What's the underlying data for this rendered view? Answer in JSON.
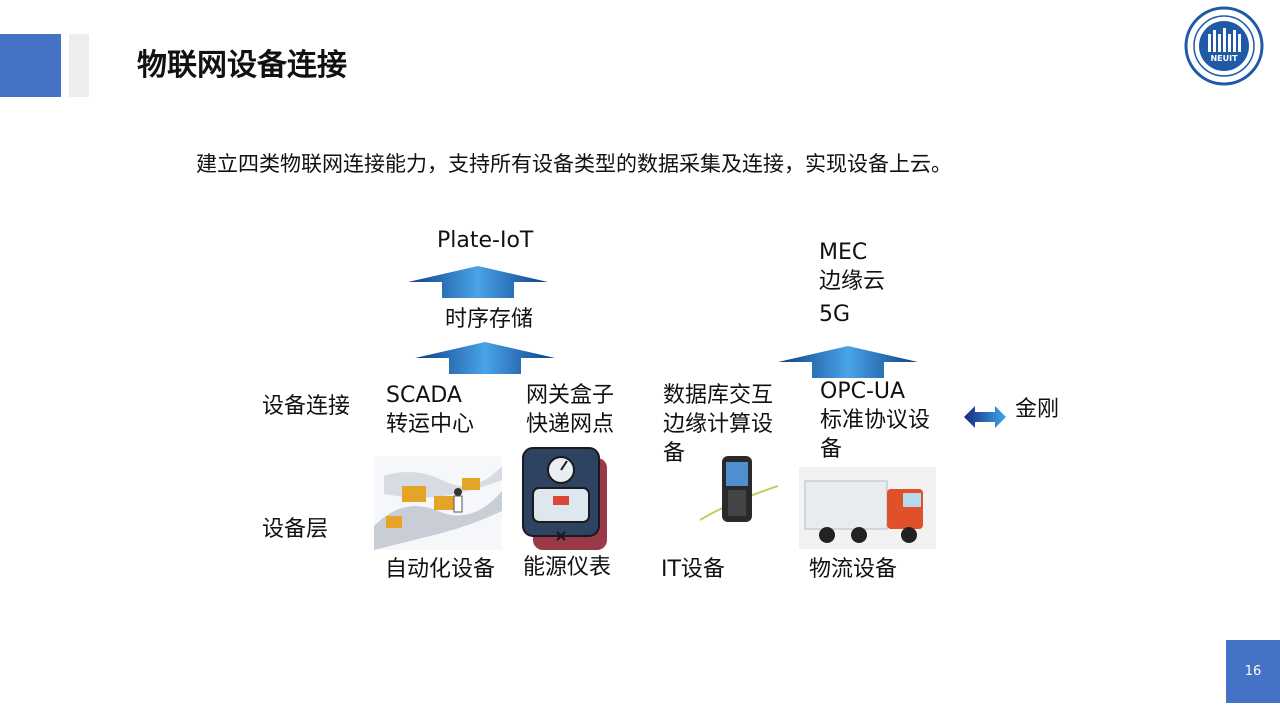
{
  "slide": {
    "title": "物联网设备连接",
    "subtitle": "建立四类物联网连接能力，支持所有设备类型的数据采集及连接，实现设备上云。",
    "page_number": "16",
    "logo_text": "NEUIT"
  },
  "diagram": {
    "top_left_label": "Plate-IoT",
    "mid_left_label": "时序存储",
    "top_right_label_1": "MEC",
    "top_right_label_2": "边缘云",
    "top_right_label_3": "5G",
    "row_label_connection": "设备连接",
    "row_label_device": "设备层",
    "connections": [
      {
        "line1": "SCADA",
        "line2": "转运中心"
      },
      {
        "line1": "网关盒子",
        "line2": "快递网点"
      },
      {
        "line1": "数据库交互",
        "line2": "边缘计算设",
        "line3": "备"
      },
      {
        "line1": "OPC-UA",
        "line2": "标准协议设",
        "line3": "备"
      }
    ],
    "side_label": "金刚",
    "devices": [
      "自动化设备",
      "能源仪表",
      "IT设备",
      "物流设备"
    ]
  },
  "colors": {
    "accent": "#4472c4",
    "arrow_blue": "#1d5fb0",
    "truck_red": "#e0502a"
  }
}
